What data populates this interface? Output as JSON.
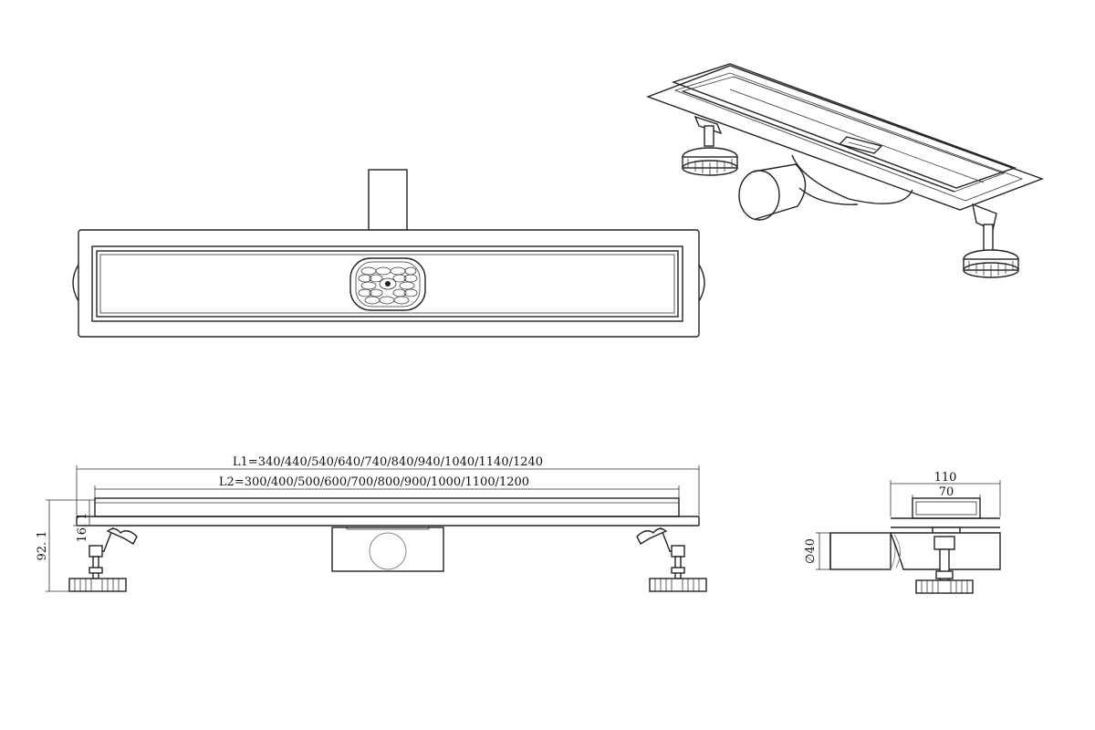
{
  "dimensions": {
    "l1": "L1=340/440/540/640/740/840/940/1040/1140/1240",
    "l2": "L2=300/400/500/600/700/800/900/1000/1100/1200",
    "height_total": "92. 1",
    "height_channel": "16. 1",
    "width_outer": "110",
    "width_inner": "70",
    "outlet_dia": "∅40"
  }
}
